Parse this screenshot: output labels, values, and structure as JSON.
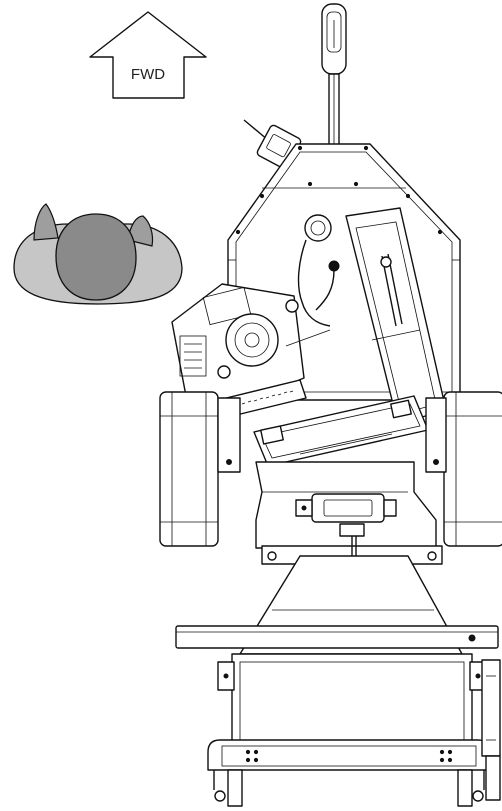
{
  "figure": {
    "direction_label": "FWD",
    "operator_view": "top-down-operator",
    "machine_view": "top-view-walk-behind-machine",
    "colors": {
      "line": "#111111",
      "operator_head": "#8a8a8a",
      "operator_shoulders": "#c6c6c6",
      "operator_ears": "#9e9e9e",
      "background": "#ffffff"
    }
  }
}
